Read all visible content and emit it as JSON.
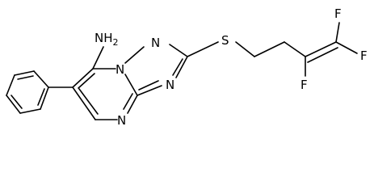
{
  "molecule": {
    "atoms": {
      "amine": "NH2",
      "ring_n1": "N",
      "ring_n2": "N",
      "ring_n3": "N",
      "ring_n4": "N",
      "sulfur": "S",
      "fluorine_top": "F",
      "fluorine_right": "F",
      "fluorine_bottom": "F"
    },
    "amine_display": "NH",
    "amine_subscript": "2"
  }
}
